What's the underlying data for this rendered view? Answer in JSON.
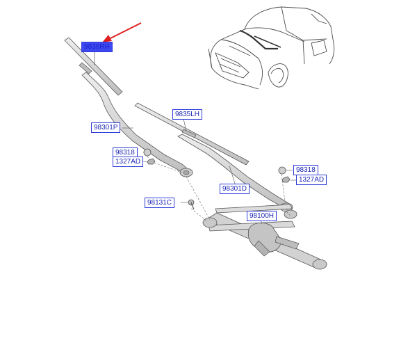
{
  "diagram": {
    "labels": {
      "wiper_blade_rh": "9836RH",
      "wiper_blade_lh": "9835LH",
      "wiper_arm_passenger": "98301P",
      "wiper_arm_driver": "98301D",
      "cap_left": "98318",
      "nut_left": "1327AD",
      "cap_right": "98318",
      "nut_right": "1327AD",
      "bolt": "98131C",
      "linkage_motor": "98100H"
    },
    "selected_label": "9836RH",
    "colors": {
      "label_border": "#2d3bd9",
      "label_text": "#1a25b5",
      "selected_fill": "#3d48f0",
      "pointer_arrow": "#e02020",
      "line_art": "#555555",
      "part_fill": "#d2d2d2"
    }
  }
}
